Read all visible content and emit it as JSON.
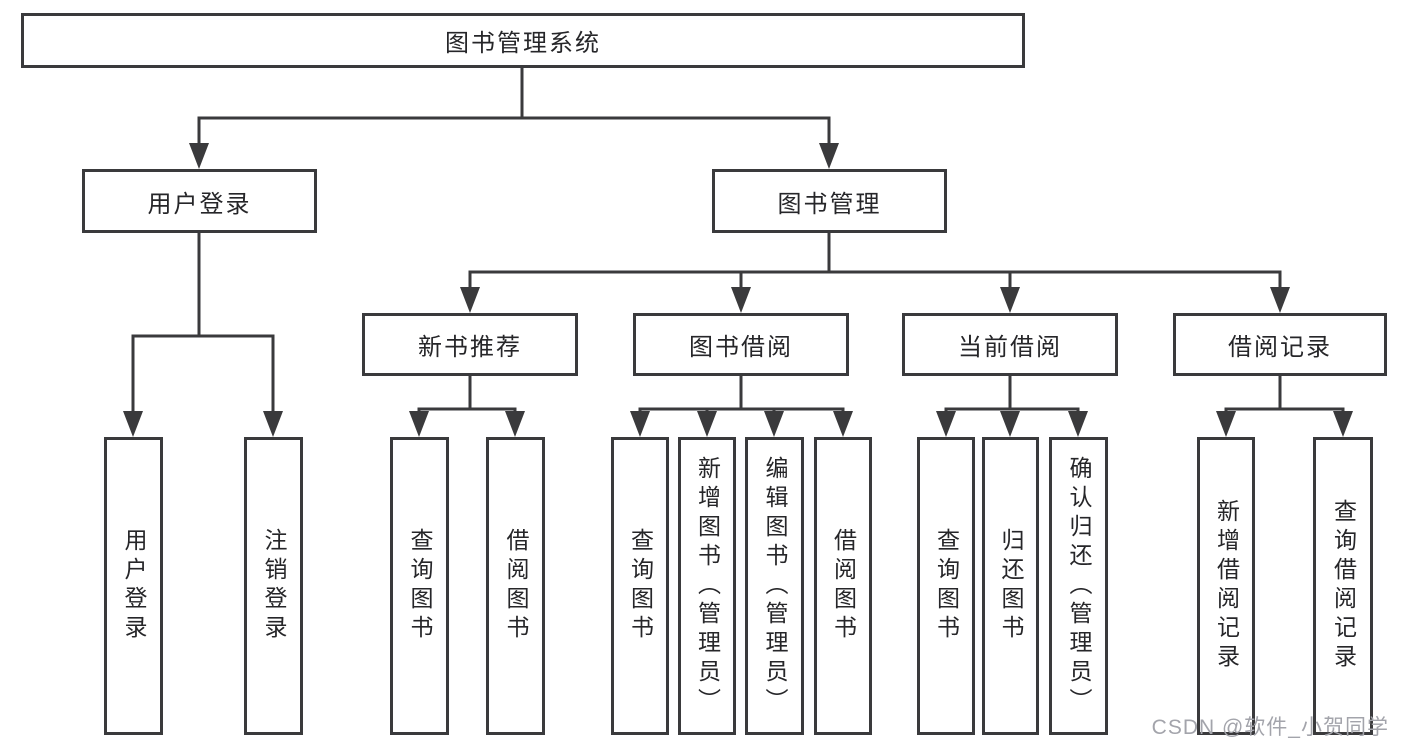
{
  "diagram_title": "图书管理系统",
  "nodes": {
    "root": {
      "label": "图书管理系统"
    },
    "user_login": {
      "label": "用户登录"
    },
    "book_mgmt": {
      "label": "图书管理"
    },
    "new_book_rec": {
      "label": "新书推荐"
    },
    "book_borrow": {
      "label": "图书借阅"
    },
    "current_borrow": {
      "label": "当前借阅"
    },
    "borrow_record": {
      "label": "借阅记录"
    },
    "leaf_user_login": {
      "label": "用户登录"
    },
    "leaf_logout": {
      "label": "注销登录"
    },
    "leaf_nbr_query": {
      "label": "查询图书"
    },
    "leaf_nbr_borrow": {
      "label": "借阅图书"
    },
    "leaf_bb_query": {
      "label": "查询图书"
    },
    "leaf_bb_add": {
      "label": "新增图书（管理员）"
    },
    "leaf_bb_edit": {
      "label": "编辑图书（管理员）"
    },
    "leaf_bb_borrow": {
      "label": "借阅图书"
    },
    "leaf_cb_query": {
      "label": "查询图书"
    },
    "leaf_cb_return": {
      "label": "归还图书"
    },
    "leaf_cb_confirm": {
      "label": "确认归还（管理员）"
    },
    "leaf_br_add": {
      "label": "新增借阅记录"
    },
    "leaf_br_query": {
      "label": "查询借阅记录"
    }
  },
  "watermark": {
    "text": "CSDN @软件_小贺同学"
  },
  "colors": {
    "line": "#3a3a3c",
    "text": "#262629",
    "background": "#ffffff",
    "watermark": "#a3a4ab"
  }
}
